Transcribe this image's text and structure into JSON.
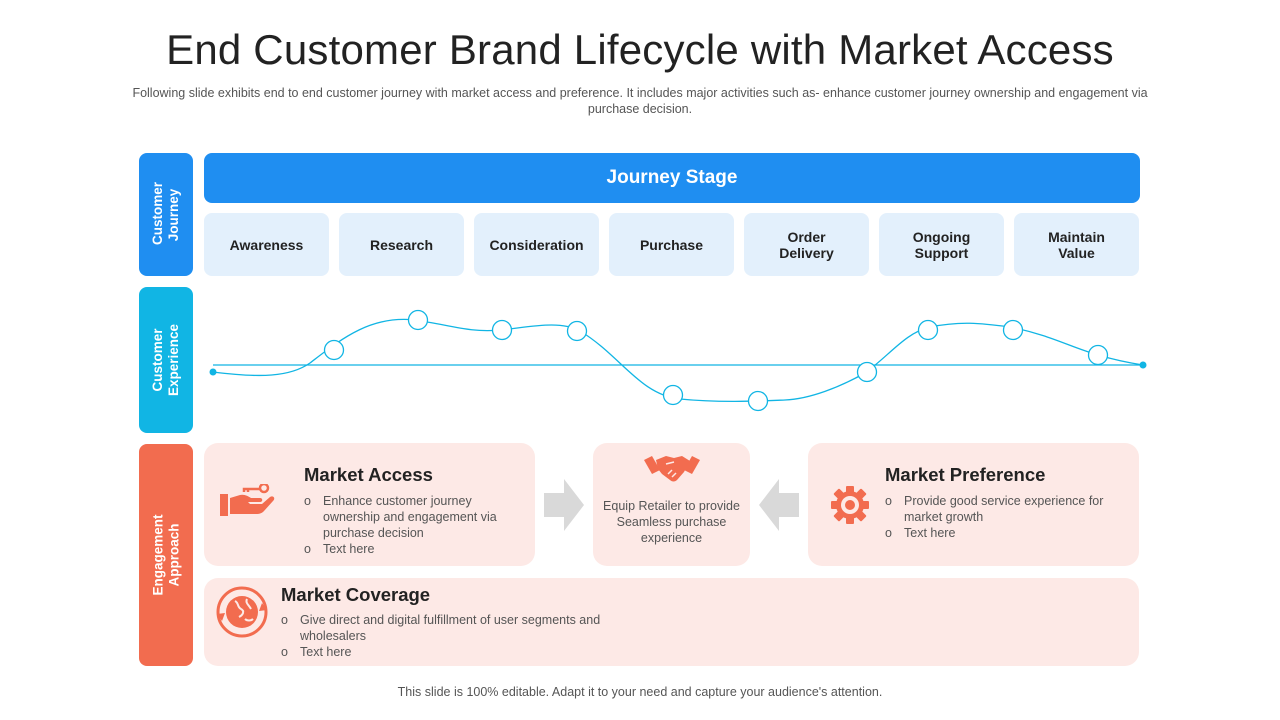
{
  "title": "End Customer Brand Lifecycle with Market Access",
  "subtitle": "Following slide exhibits end to end customer journey with market access and preference.  It includes major activities such as- enhance customer journey ownership and engagement via purchase decision.",
  "row_labels": {
    "customer_journey": "Customer Journey",
    "customer_experience": "Customer Experience",
    "engagement_approach": "Engagement Approach"
  },
  "journey": {
    "header": "Journey Stage",
    "stages": [
      "Awareness",
      "Research",
      "Consideration",
      "Purchase",
      "Order Delivery",
      "Ongoing Support",
      "Maintain Value"
    ]
  },
  "engagement": {
    "market_access": {
      "title": "Market Access",
      "bullets": [
        "Enhance customer journey ownership and engagement via purchase decision",
        "Text here"
      ]
    },
    "center": {
      "text": "Equip Retailer to provide Seamless purchase experience"
    },
    "market_preference": {
      "title": "Market Preference",
      "bullets": [
        "Provide good service experience for market growth",
        "Text here"
      ]
    },
    "market_coverage": {
      "title": "Market Coverage",
      "bullets": [
        "Give direct and digital fulfillment of user segments and wholesalers",
        "Text here"
      ]
    }
  },
  "footer": "This slide is 100% editable. Adapt it to your need and capture your audience's attention.",
  "colors": {
    "journey_blue": "#1f8ef1",
    "experience_cyan": "#11b5e4",
    "engagement_red": "#f26c4f",
    "stage_bg": "#e3f0fc",
    "card_bg": "#fde9e6",
    "arrow_gray": "#d9d9d9"
  },
  "icons": [
    "hand-key-icon",
    "handshake-icon",
    "gear-icon",
    "globe-cycle-icon",
    "arrow-right-icon",
    "arrow-left-icon"
  ]
}
